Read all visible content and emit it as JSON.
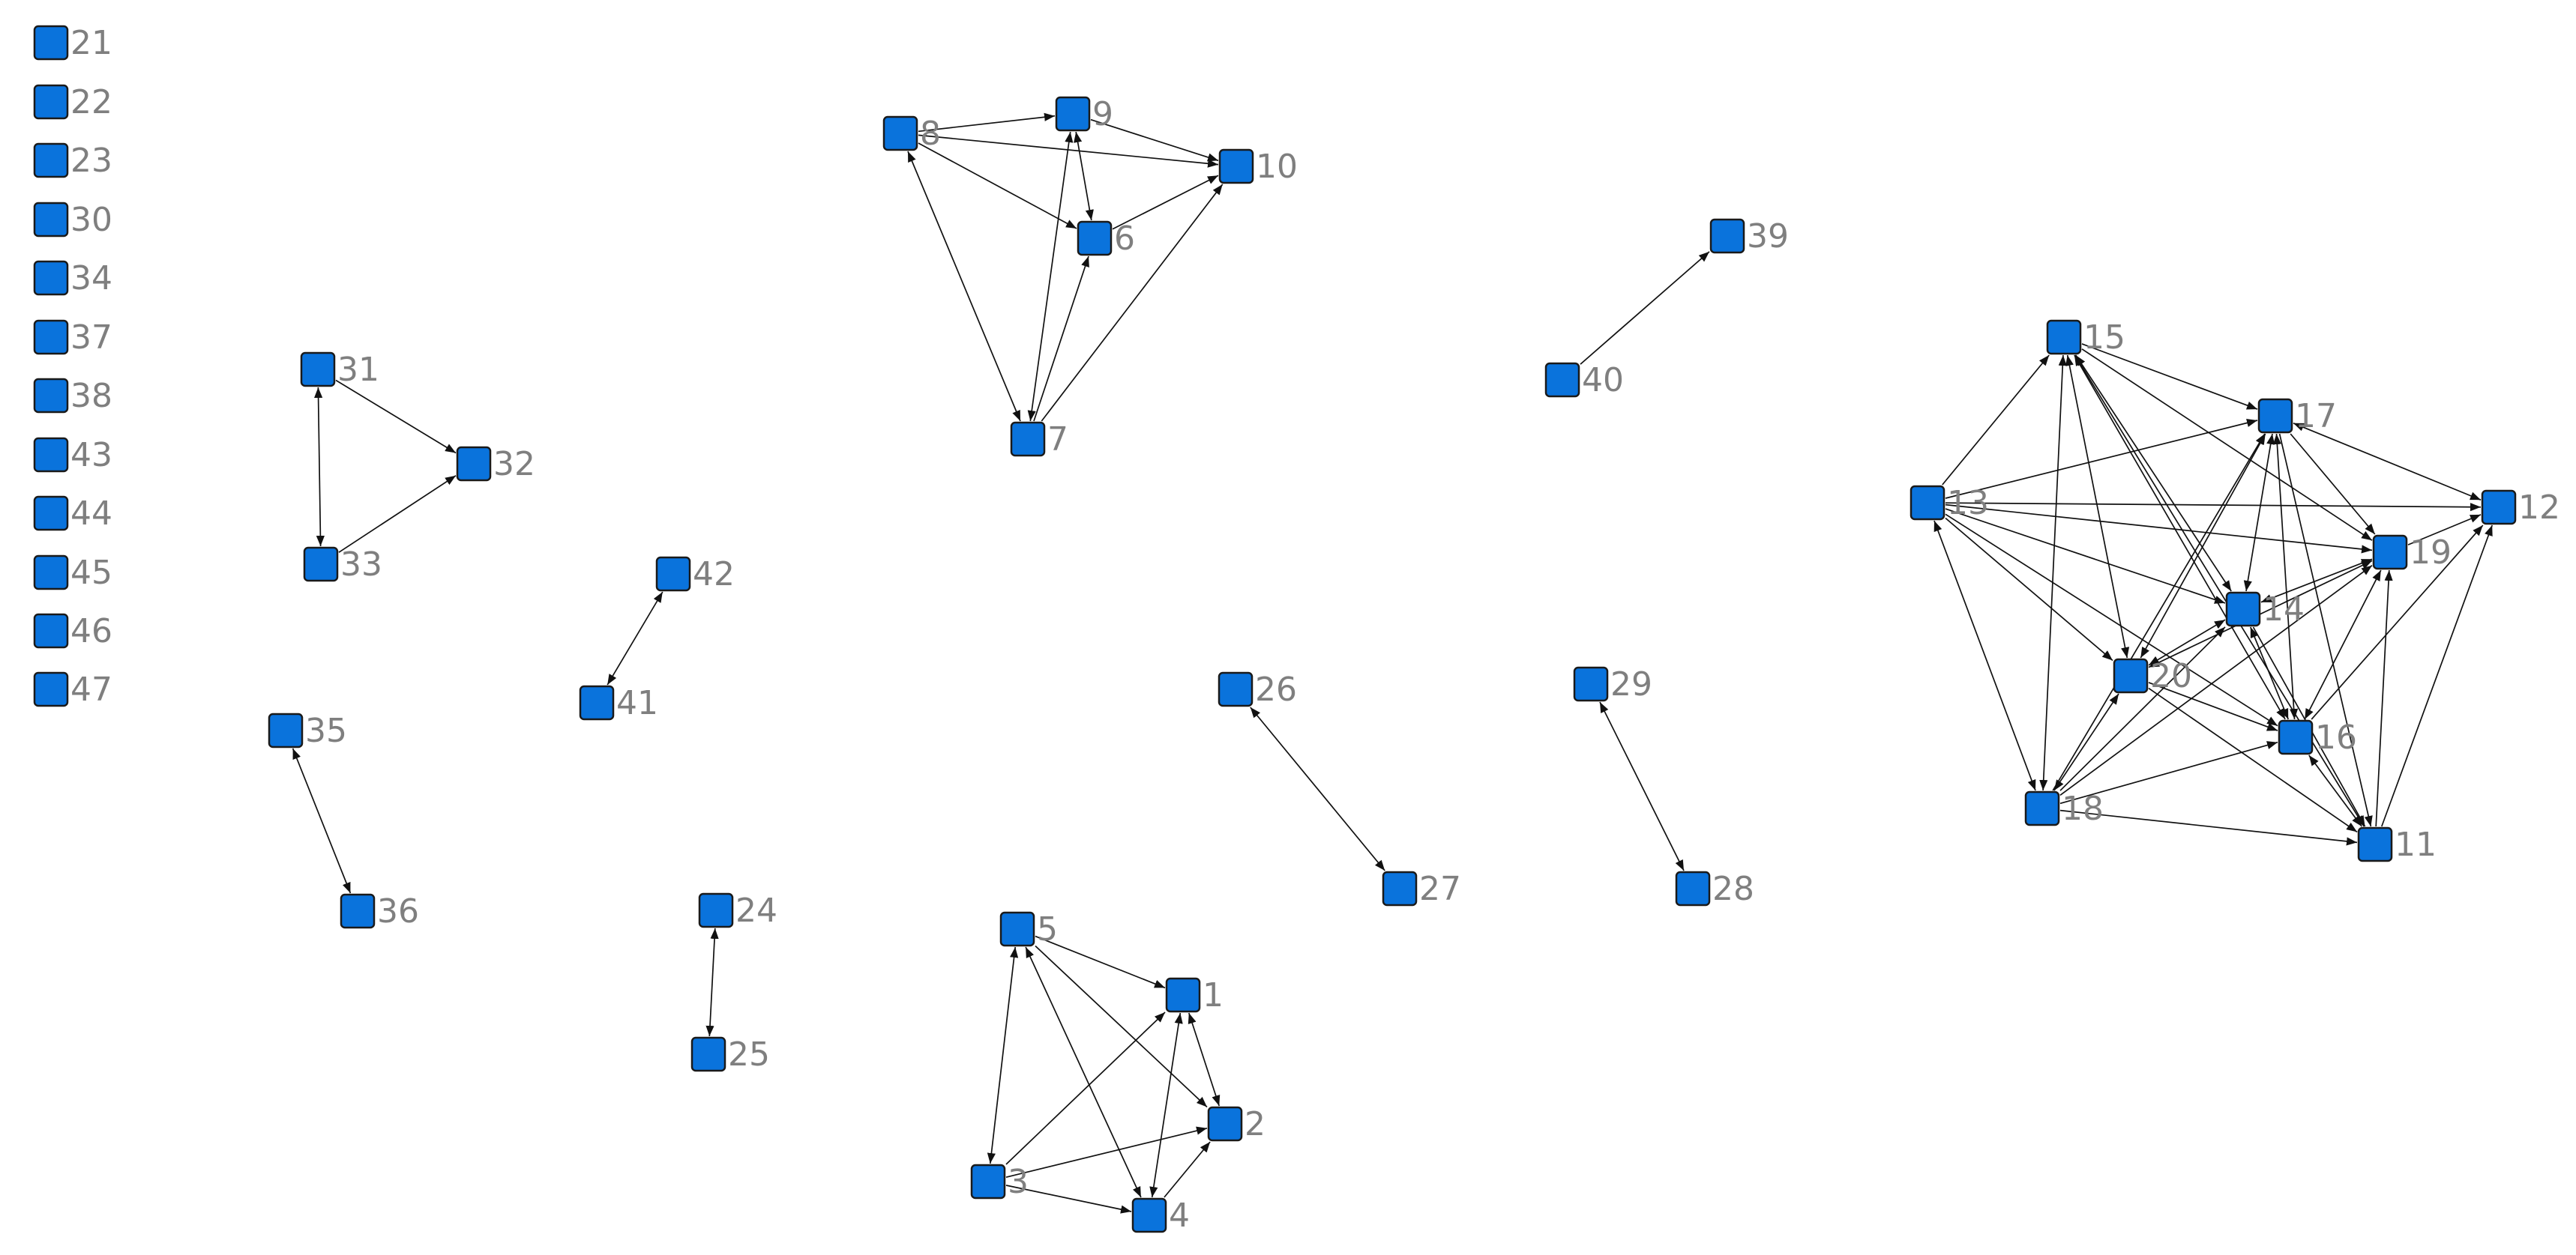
{
  "colors": {
    "node_fill": "#0a73dc",
    "node_border": "#1a1a1a",
    "label": "#7f7f7f",
    "edge": "#111111"
  },
  "nodes": [
    {
      "id": "1"
    },
    {
      "id": "2"
    },
    {
      "id": "3"
    },
    {
      "id": "4"
    },
    {
      "id": "5"
    },
    {
      "id": "6"
    },
    {
      "id": "7"
    },
    {
      "id": "8"
    },
    {
      "id": "9"
    },
    {
      "id": "10"
    },
    {
      "id": "11"
    },
    {
      "id": "12"
    },
    {
      "id": "13"
    },
    {
      "id": "14"
    },
    {
      "id": "15"
    },
    {
      "id": "16"
    },
    {
      "id": "17"
    },
    {
      "id": "18"
    },
    {
      "id": "19"
    },
    {
      "id": "20"
    },
    {
      "id": "21"
    },
    {
      "id": "22"
    },
    {
      "id": "23"
    },
    {
      "id": "24"
    },
    {
      "id": "25"
    },
    {
      "id": "26"
    },
    {
      "id": "27"
    },
    {
      "id": "28"
    },
    {
      "id": "29"
    },
    {
      "id": "30"
    },
    {
      "id": "31"
    },
    {
      "id": "32"
    },
    {
      "id": "33"
    },
    {
      "id": "34"
    },
    {
      "id": "35"
    },
    {
      "id": "36"
    },
    {
      "id": "37"
    },
    {
      "id": "38"
    },
    {
      "id": "39"
    },
    {
      "id": "40"
    },
    {
      "id": "41"
    },
    {
      "id": "42"
    },
    {
      "id": "43"
    },
    {
      "id": "44"
    },
    {
      "id": "45"
    },
    {
      "id": "46"
    },
    {
      "id": "47"
    }
  ],
  "edges": [
    {
      "from": "5",
      "to": "1",
      "dir": "forward"
    },
    {
      "from": "5",
      "to": "2",
      "dir": "forward"
    },
    {
      "from": "5",
      "to": "3",
      "dir": "both"
    },
    {
      "from": "5",
      "to": "4",
      "dir": "both"
    },
    {
      "from": "1",
      "to": "2",
      "dir": "both"
    },
    {
      "from": "1",
      "to": "4",
      "dir": "both"
    },
    {
      "from": "3",
      "to": "1",
      "dir": "forward"
    },
    {
      "from": "3",
      "to": "2",
      "dir": "forward"
    },
    {
      "from": "3",
      "to": "4",
      "dir": "forward"
    },
    {
      "from": "4",
      "to": "2",
      "dir": "forward"
    },
    {
      "from": "8",
      "to": "9",
      "dir": "forward"
    },
    {
      "from": "8",
      "to": "10",
      "dir": "forward"
    },
    {
      "from": "8",
      "to": "6",
      "dir": "forward"
    },
    {
      "from": "8",
      "to": "7",
      "dir": "both"
    },
    {
      "from": "9",
      "to": "10",
      "dir": "forward"
    },
    {
      "from": "9",
      "to": "6",
      "dir": "both"
    },
    {
      "from": "9",
      "to": "7",
      "dir": "both"
    },
    {
      "from": "6",
      "to": "10",
      "dir": "forward"
    },
    {
      "from": "7",
      "to": "6",
      "dir": "forward"
    },
    {
      "from": "7",
      "to": "10",
      "dir": "forward"
    },
    {
      "from": "31",
      "to": "32",
      "dir": "forward"
    },
    {
      "from": "31",
      "to": "33",
      "dir": "both"
    },
    {
      "from": "33",
      "to": "32",
      "dir": "forward"
    },
    {
      "from": "42",
      "to": "41",
      "dir": "both"
    },
    {
      "from": "35",
      "to": "36",
      "dir": "both"
    },
    {
      "from": "24",
      "to": "25",
      "dir": "both"
    },
    {
      "from": "26",
      "to": "27",
      "dir": "both"
    },
    {
      "from": "29",
      "to": "28",
      "dir": "both"
    },
    {
      "from": "40",
      "to": "39",
      "dir": "forward"
    },
    {
      "from": "13",
      "to": "15",
      "dir": "forward"
    },
    {
      "from": "13",
      "to": "17",
      "dir": "forward"
    },
    {
      "from": "13",
      "to": "12",
      "dir": "forward"
    },
    {
      "from": "13",
      "to": "19",
      "dir": "forward"
    },
    {
      "from": "13",
      "to": "14",
      "dir": "forward"
    },
    {
      "from": "13",
      "to": "20",
      "dir": "forward"
    },
    {
      "from": "13",
      "to": "16",
      "dir": "forward"
    },
    {
      "from": "13",
      "to": "18",
      "dir": "both"
    },
    {
      "from": "15",
      "to": "17",
      "dir": "forward"
    },
    {
      "from": "15",
      "to": "19",
      "dir": "forward"
    },
    {
      "from": "15",
      "to": "14",
      "dir": "both"
    },
    {
      "from": "15",
      "to": "16",
      "dir": "both"
    },
    {
      "from": "15",
      "to": "20",
      "dir": "both"
    },
    {
      "from": "15",
      "to": "18",
      "dir": "both"
    },
    {
      "from": "15",
      "to": "11",
      "dir": "forward"
    },
    {
      "from": "17",
      "to": "12",
      "dir": "both"
    },
    {
      "from": "17",
      "to": "19",
      "dir": "forward"
    },
    {
      "from": "17",
      "to": "14",
      "dir": "both"
    },
    {
      "from": "17",
      "to": "16",
      "dir": "both"
    },
    {
      "from": "17",
      "to": "11",
      "dir": "forward"
    },
    {
      "from": "20",
      "to": "17",
      "dir": "both"
    },
    {
      "from": "18",
      "to": "17",
      "dir": "forward"
    },
    {
      "from": "19",
      "to": "12",
      "dir": "forward"
    },
    {
      "from": "14",
      "to": "19",
      "dir": "both"
    },
    {
      "from": "14",
      "to": "16",
      "dir": "both"
    },
    {
      "from": "14",
      "to": "11",
      "dir": "forward"
    },
    {
      "from": "20",
      "to": "14",
      "dir": "both"
    },
    {
      "from": "20",
      "to": "19",
      "dir": "both"
    },
    {
      "from": "20",
      "to": "16",
      "dir": "forward"
    },
    {
      "from": "20",
      "to": "11",
      "dir": "forward"
    },
    {
      "from": "16",
      "to": "19",
      "dir": "both"
    },
    {
      "from": "16",
      "to": "11",
      "dir": "both"
    },
    {
      "from": "11",
      "to": "19",
      "dir": "forward"
    },
    {
      "from": "11",
      "to": "12",
      "dir": "forward"
    },
    {
      "from": "16",
      "to": "12",
      "dir": "forward"
    },
    {
      "from": "18",
      "to": "20",
      "dir": "both"
    },
    {
      "from": "18",
      "to": "14",
      "dir": "forward"
    },
    {
      "from": "18",
      "to": "19",
      "dir": "forward"
    },
    {
      "from": "18",
      "to": "16",
      "dir": "forward"
    },
    {
      "from": "18",
      "to": "11",
      "dir": "forward"
    }
  ]
}
